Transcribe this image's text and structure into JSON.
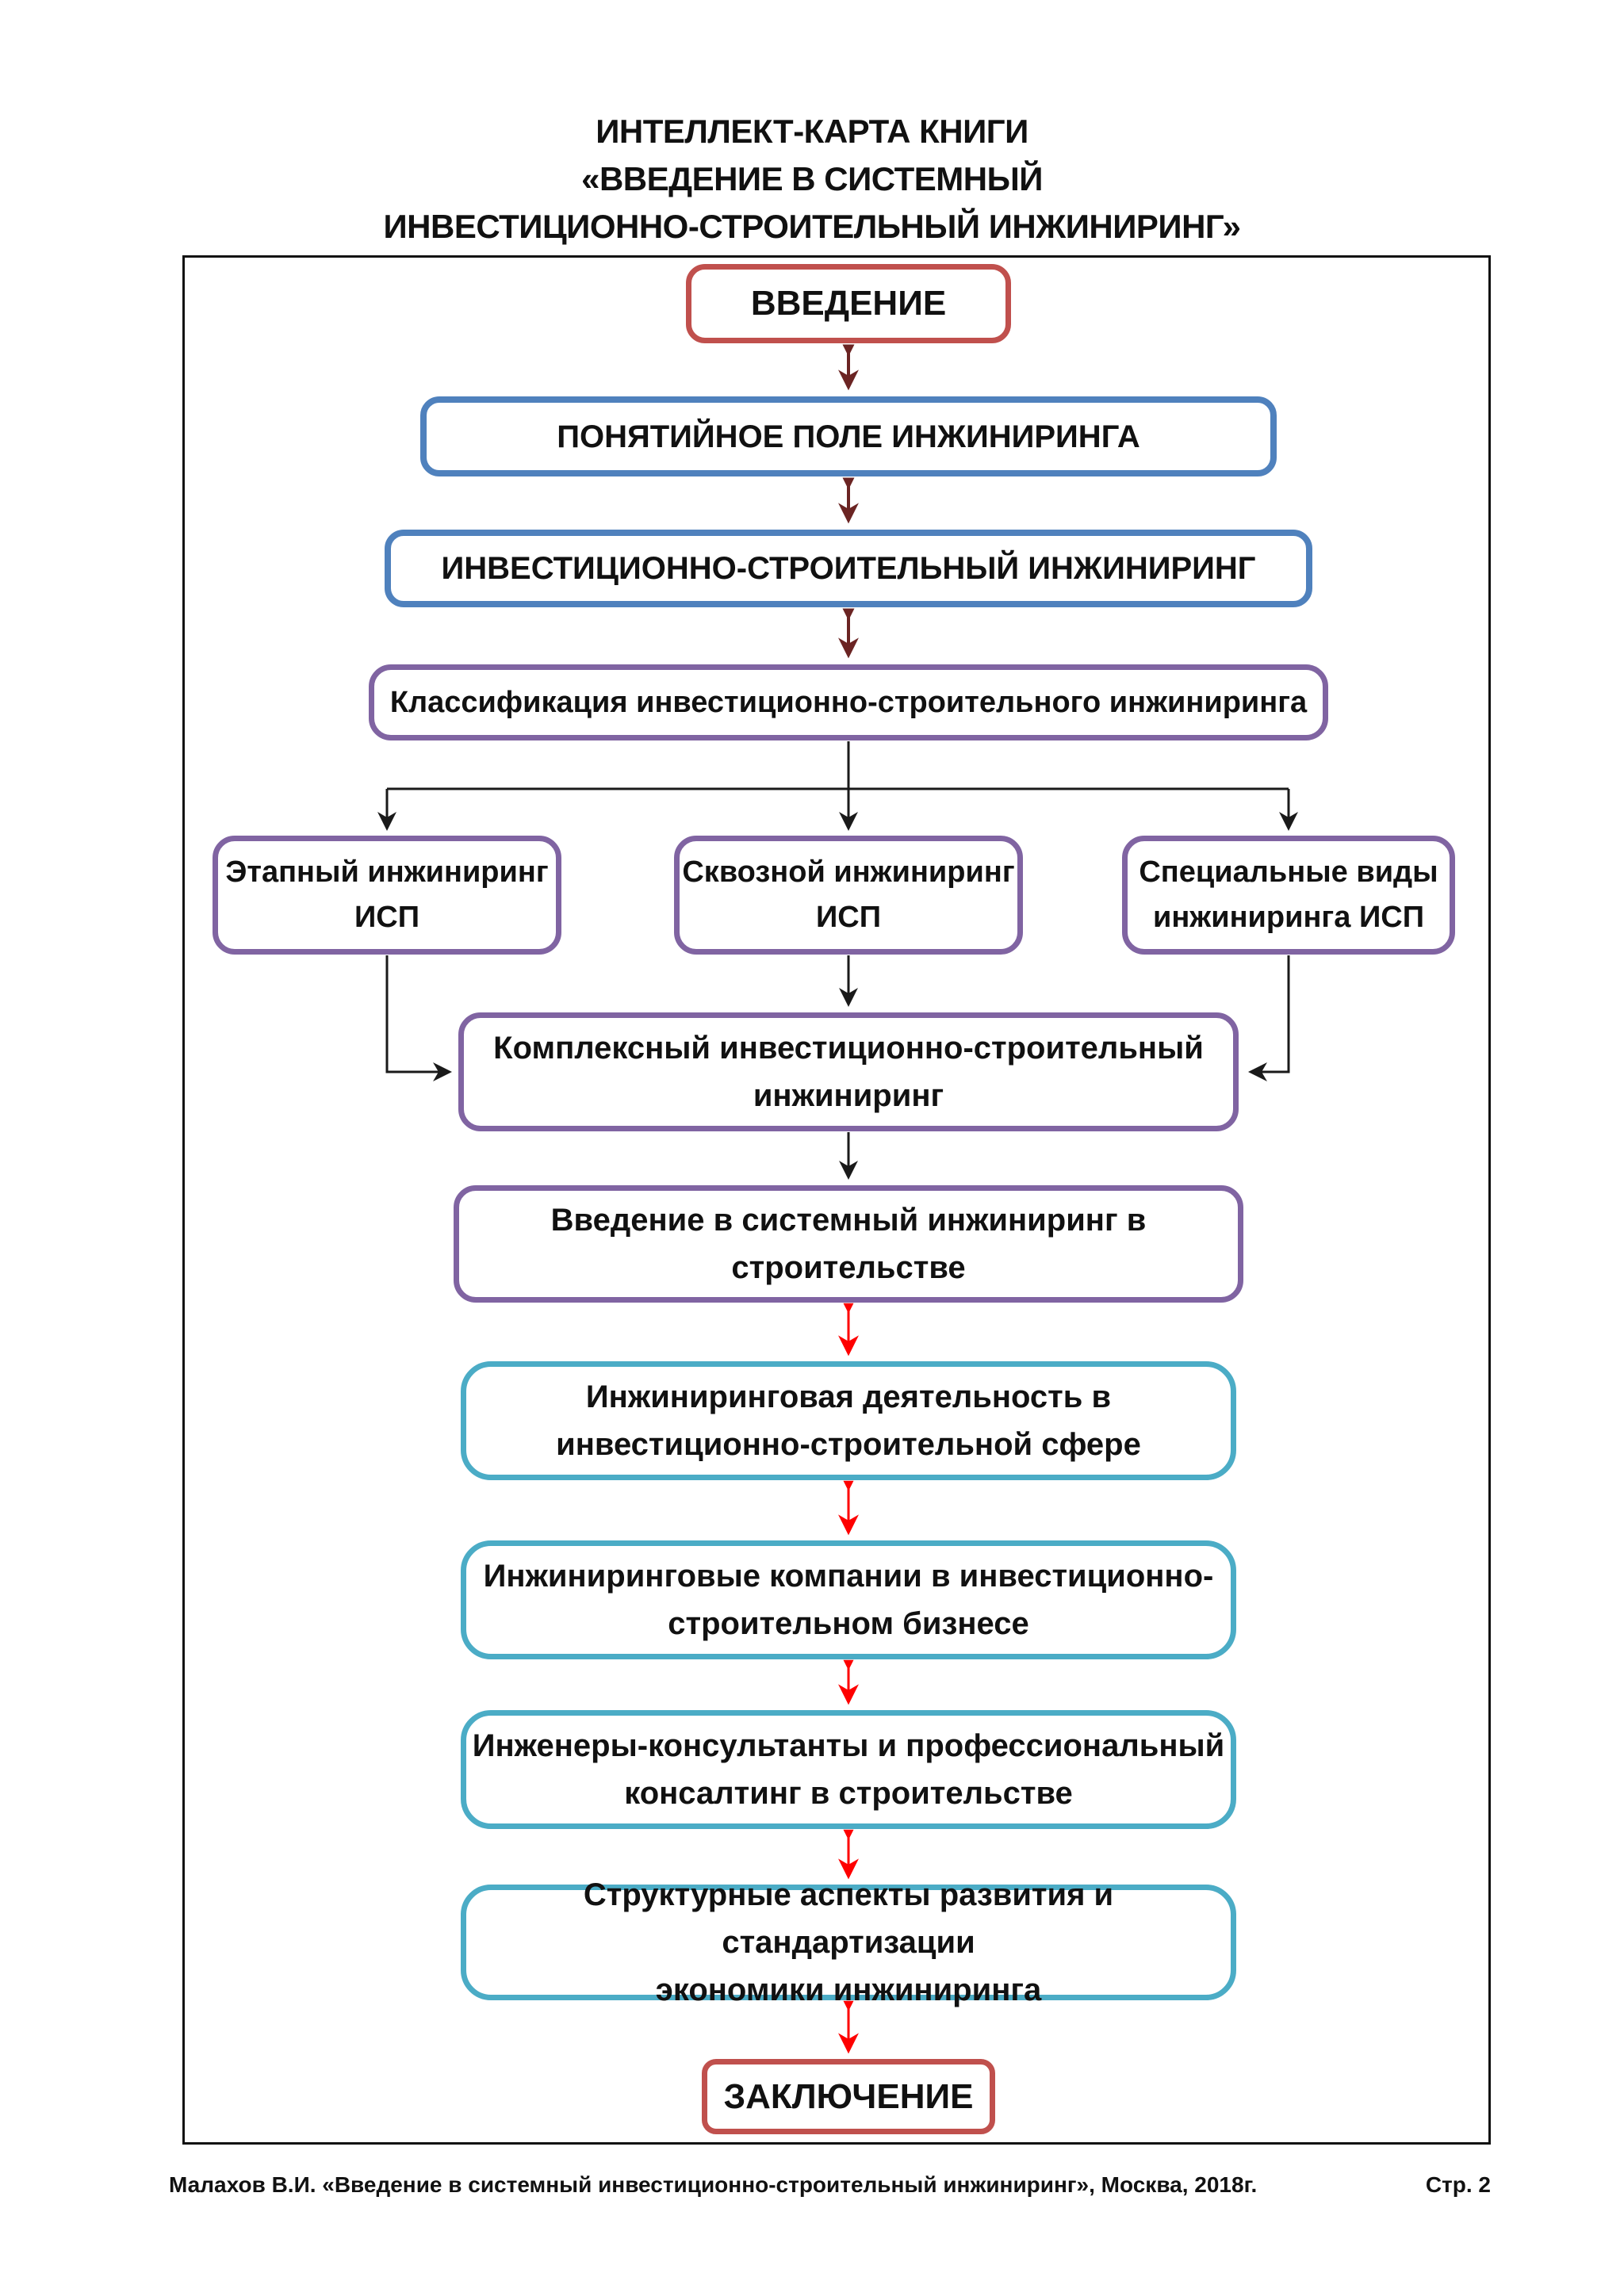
{
  "title": {
    "text": "ИНТЕЛЛЕКТ-КАРТА КНИГИ\n«ВВЕДЕНИЕ В СИСТЕМНЫЙ\nИНВЕСТИЦИОННО-СТРОИТЕЛЬНЫЙ ИНЖИНИРИНГ»"
  },
  "nodes": {
    "introduction": {
      "label": "ВВЕДЕНИЕ",
      "border_color": "#c0504d"
    },
    "conceptual_field": {
      "label": "ПОНЯТИЙНОЕ ПОЛЕ ИНЖИНИРИНГА",
      "border_color": "#4f81bd"
    },
    "isi_engineering": {
      "label": "ИНВЕСТИЦИОННО-СТРОИТЕЛЬНЫЙ ИНЖИНИРИНГ",
      "border_color": "#4f81bd"
    },
    "classification": {
      "label": "Классификация инвестиционно-строительного инжиниринга",
      "border_color": "#8064a2"
    },
    "staged": {
      "label": "Этапный инжиниринг\nИСП",
      "border_color": "#8064a2"
    },
    "end_to_end": {
      "label": "Сквозной инжиниринг\nИСП",
      "border_color": "#8064a2"
    },
    "special_types": {
      "label": "Специальные виды\nинжиниринга ИСП",
      "border_color": "#8064a2"
    },
    "complex": {
      "label": "Комплексный инвестиционно-строительный\nинжиниринг",
      "border_color": "#8064a2"
    },
    "system_intro": {
      "label": "Введение в системный инжиниринг в\nстроительстве",
      "border_color": "#8064a2"
    },
    "activity": {
      "label": "Инжиниринговая деятельность в\nинвестиционно-строительной сфере",
      "border_color": "#4bacc6"
    },
    "companies": {
      "label": "Инжиниринговые компании в инвестиционно-\nстроительном бизнесе",
      "border_color": "#4bacc6"
    },
    "consultants": {
      "label": "Инженеры-консультанты и профессиональный\nконсалтинг в строительстве",
      "border_color": "#4bacc6"
    },
    "structural": {
      "label": "Структурные аспекты развития и стандартизации\nэкономики инжиниринга",
      "border_color": "#4bacc6"
    },
    "conclusion": {
      "label": "ЗАКЛЮЧЕНИЕ",
      "border_color": "#c0504d"
    }
  },
  "arrow_colors": {
    "dark_red": "#6b2423",
    "black": "#1a1a1a",
    "red": "#fe0000"
  },
  "footer": {
    "left": "Малахов В.И.  «Введение в системный инвестиционно-строительный инжиниринг», Москва, 2018г.",
    "right": "Стр. 2"
  }
}
